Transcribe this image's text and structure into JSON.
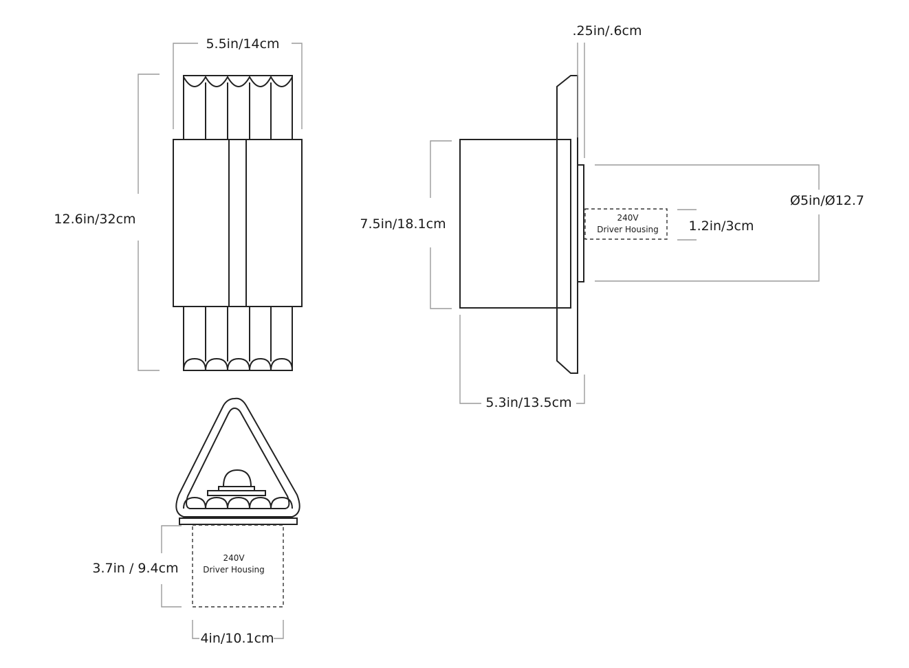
{
  "front_view": {
    "width_label": "5.5in/14cm",
    "height_label": "12.6in/32cm"
  },
  "side_view": {
    "plate_thickness_label": ".25in/.6cm",
    "body_height_label": "7.5in/18.1cm",
    "depth_label": "5.3in/13.5cm",
    "diameter_label": "Ø5in/Ø12.7",
    "driver_depth_label": "1.2in/3cm",
    "driver_voltage": "240V",
    "driver_name": "Driver Housing"
  },
  "top_view": {
    "driver_height_label": "3.7in / 9.4cm",
    "driver_width_label": "4in/10.1cm",
    "driver_voltage": "240V",
    "driver_name": "Driver Housing"
  },
  "colors": {
    "line": "#222222",
    "dimension": "#9a9a9a"
  }
}
